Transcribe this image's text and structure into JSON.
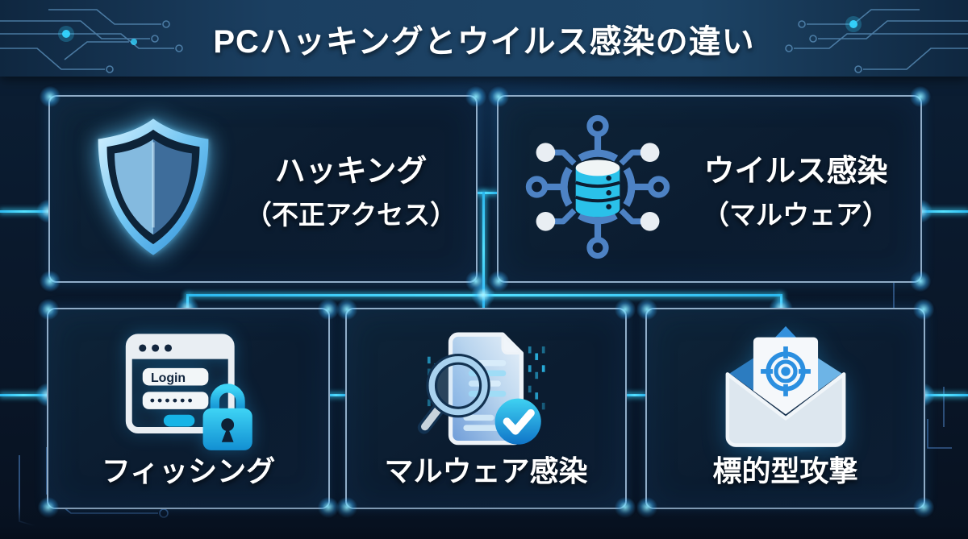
{
  "header": {
    "title": "PCハッキングとウイルス感染の違い"
  },
  "top_row": [
    {
      "id": "hacking",
      "title": "ハッキング",
      "subtitle": "（不正アクセス）",
      "icon": "shield-icon"
    },
    {
      "id": "virus",
      "title": "ウイルス感染",
      "subtitle": "（マルウェア）",
      "icon": "network-database-icon"
    }
  ],
  "bottom_row": [
    {
      "id": "phishing",
      "label": "フィッシング",
      "icon": "login-window-lock-icon"
    },
    {
      "id": "malware",
      "label": "マルウェア感染",
      "icon": "document-scan-check-icon"
    },
    {
      "id": "targeted",
      "label": "標的型攻撃",
      "icon": "envelope-target-icon"
    }
  ],
  "phishing_window": {
    "login_label": "Login",
    "password_mask": "••••••"
  },
  "colors": {
    "background": "#0a1a2e",
    "header_bg": "#1c4164",
    "card_bg": "#0c1e33",
    "card_border": "#a8c5e2",
    "connector_cyan": "#3fd9ff",
    "icon_cyan": "#2ac1ea",
    "icon_blue": "#4d82c4",
    "text": "#ffffff"
  }
}
